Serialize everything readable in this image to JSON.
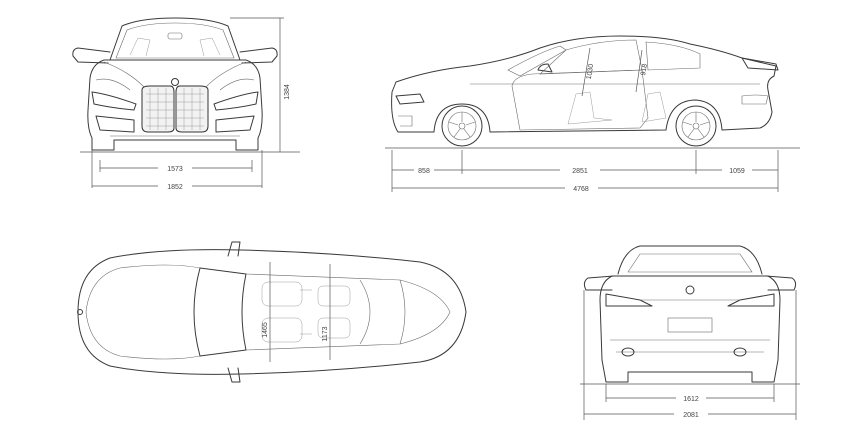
{
  "dimensions": {
    "front_track": "1573",
    "overall_width": "1852",
    "overall_height": "1384",
    "front_overhang": "858",
    "wheelbase": "2851",
    "rear_overhang": "1059",
    "overall_length": "4768",
    "front_headroom": "1030",
    "rear_headroom": "918",
    "front_interior_width": "1465",
    "rear_interior_width": "1173",
    "rear_track": "1612",
    "width_with_mirrors": "2081"
  },
  "icons": {
    "front_badge": "bmw-roundel-icon",
    "rear_badge": "bmw-roundel-icon"
  }
}
